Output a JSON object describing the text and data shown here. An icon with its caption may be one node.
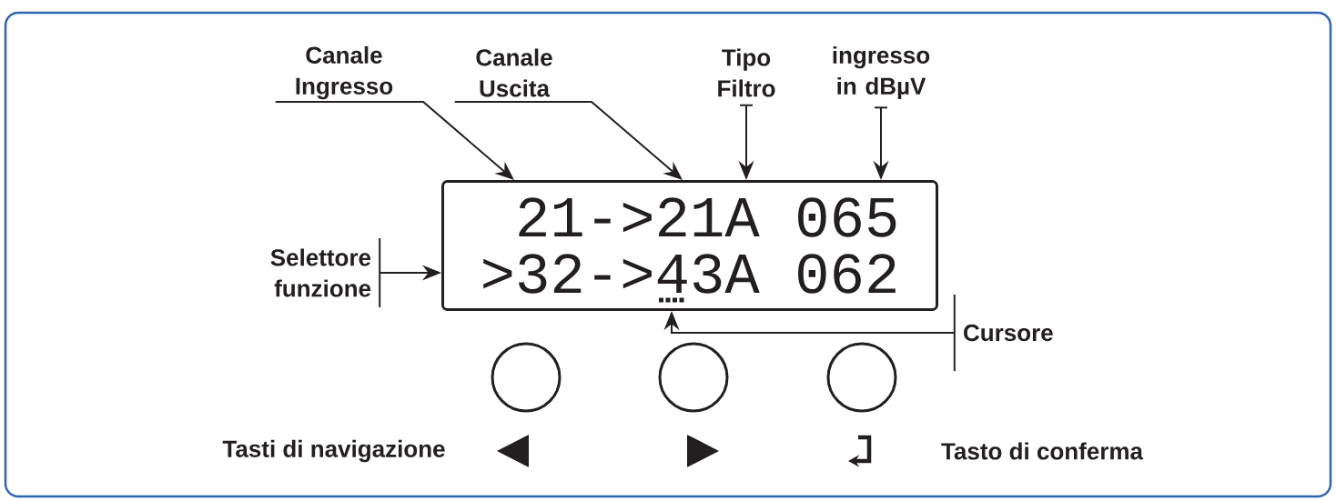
{
  "diagram": {
    "nodes": [
      {
        "text": [
          "Canale Ingresso"
        ]
      },
      {
        "text": [
          "Canale Uscita"
        ]
      },
      {
        "text": [
          "Tipo Filtro"
        ]
      },
      {
        "text": [
          "ingresso in dBµV"
        ]
      },
      {
        "text": [
          "Selettore funzione"
        ]
      },
      {
        "text": [
          "Cursore"
        ]
      },
      {
        "text": [
          "21->21A 065",
          ">32->43A 062"
        ]
      },
      {
        "text": [],
        "shape": "circle"
      },
      {
        "text": [],
        "shape": "circle"
      },
      {
        "text": [],
        "shape": "circle"
      }
    ],
    "edges": [
      {
        "from": 0,
        "to": 6,
        "arrow": "to"
      },
      {
        "from": 1,
        "to": 6,
        "arrow": "to"
      },
      {
        "from": 2,
        "to": 6,
        "arrow": "to"
      },
      {
        "from": 3,
        "to": 6,
        "arrow": "to"
      },
      {
        "from": 4,
        "to": 6,
        "arrow": "to"
      },
      {
        "from": 5,
        "to": 6,
        "arrow": "to"
      }
    ],
    "labels": [
      "Tasti di navigazione",
      "Tasto di conferma"
    ]
  }
}
